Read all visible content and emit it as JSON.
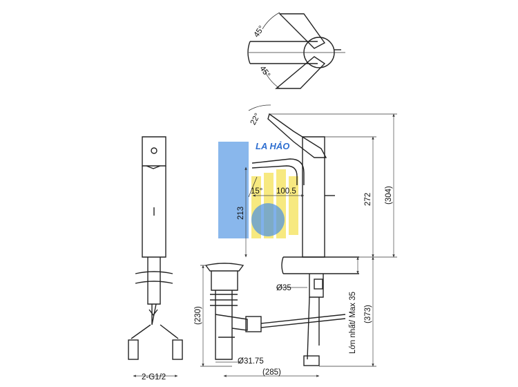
{
  "labels": {
    "angle_top": "45°",
    "angle_bottom": "45°",
    "angle_handle": "22°",
    "angle_spout": "15°",
    "spout_reach": "100.5",
    "spout_height": "213",
    "faucet_height": "272",
    "faucet_height_total": "(304)",
    "hole_diameter": "Ø35",
    "max_thickness": "Lớn nhất/ Max 35",
    "overall_height": "(373)",
    "drain_height": "(230)",
    "drain_diameter": "Ø31.75",
    "drain_offset": "(285)",
    "hose_thread": "2-G1/2"
  },
  "watermark": {
    "text": "LA HẢO",
    "colors": {
      "blue": "#4a90e2",
      "yellow": "#f3e04a"
    }
  }
}
